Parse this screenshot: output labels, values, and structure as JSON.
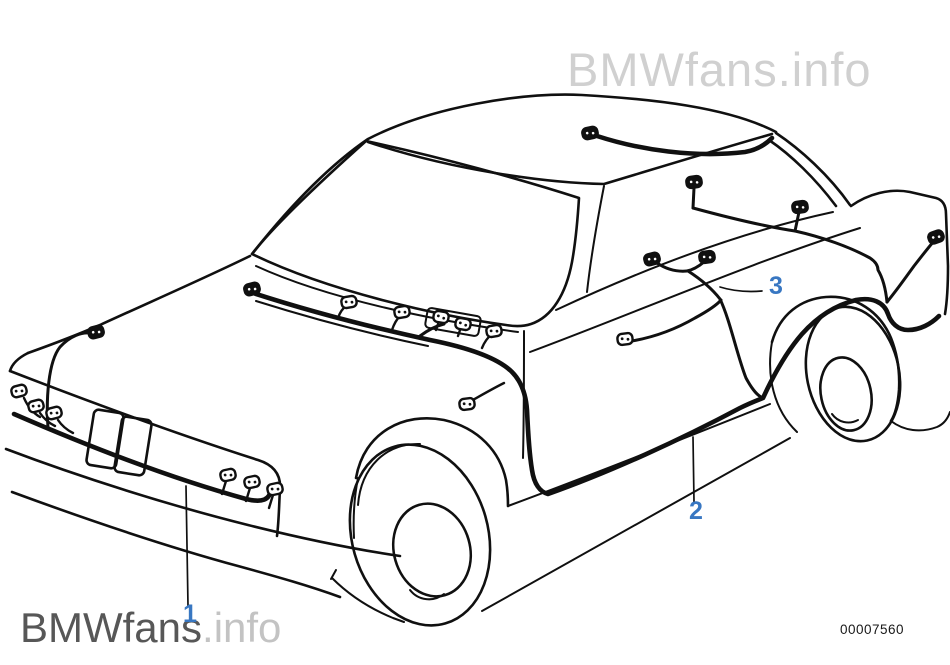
{
  "page": {
    "colors": {
      "background": "#ffffff",
      "line": "#101010",
      "accent": "#3877c2",
      "watermark_top": "#d0d0d0",
      "watermark_dark": "#575757",
      "watermark_light": "#c3c3c3"
    },
    "watermarks": {
      "top": "BMWfans.info",
      "bottom_primary": "BMWfans",
      "bottom_secondary": ".info"
    },
    "image_number": "00007560",
    "callouts": [
      {
        "label": "1"
      },
      {
        "label": "2"
      },
      {
        "label": "3"
      }
    ]
  }
}
